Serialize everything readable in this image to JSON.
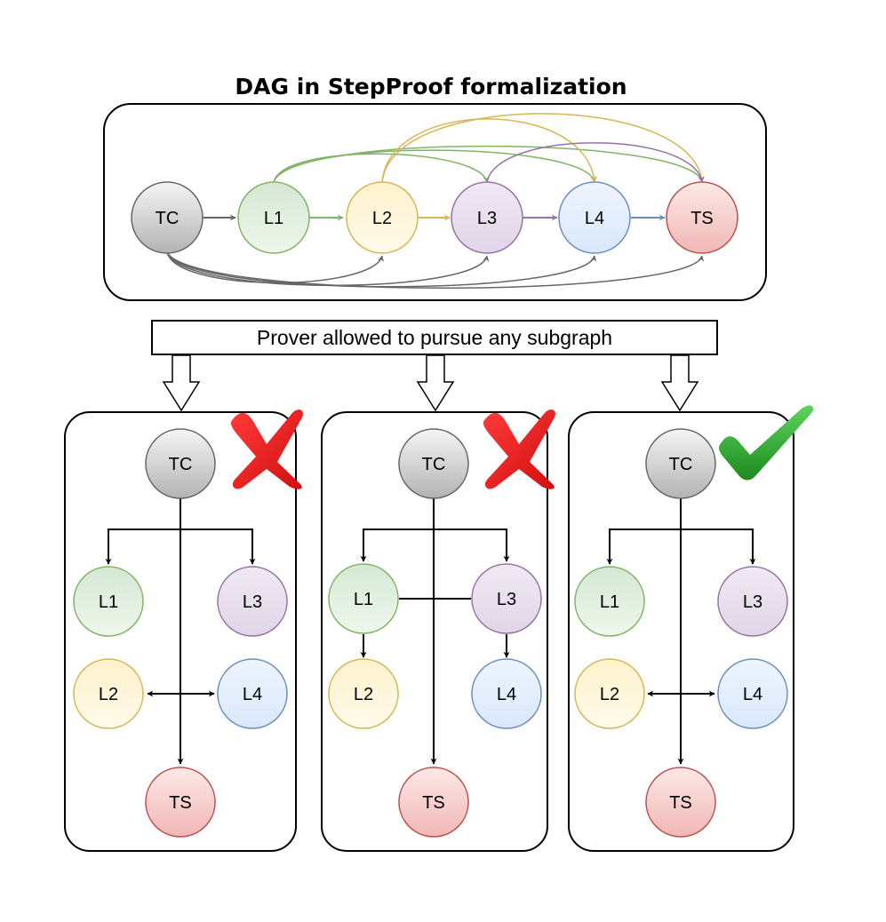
{
  "title": "DAG in StepProof formalization",
  "banner": "Prover allowed to pursue any subgraph",
  "nodes": {
    "TC": "TC",
    "L1": "L1",
    "L2": "L2",
    "L3": "L3",
    "L4": "L4",
    "TS": "TS"
  },
  "subgraphs": [
    {
      "verdict": "cross-icon"
    },
    {
      "verdict": "cross-icon"
    },
    {
      "verdict": "check-icon"
    }
  ],
  "colors": {
    "TC": "#d9d9d9",
    "L1": "#d5e8d4",
    "L2": "#fff2cc",
    "L3": "#e1d5e7",
    "L4": "#dae8fc",
    "TS": "#f8cecc",
    "green_edge": "#82b366",
    "yellow_edge": "#d6b656",
    "purple_edge": "#9673a6",
    "blue_edge": "#6c8ebf",
    "gray_edge": "#666666",
    "cross": "#e31e1e",
    "check": "#2aa02a"
  }
}
